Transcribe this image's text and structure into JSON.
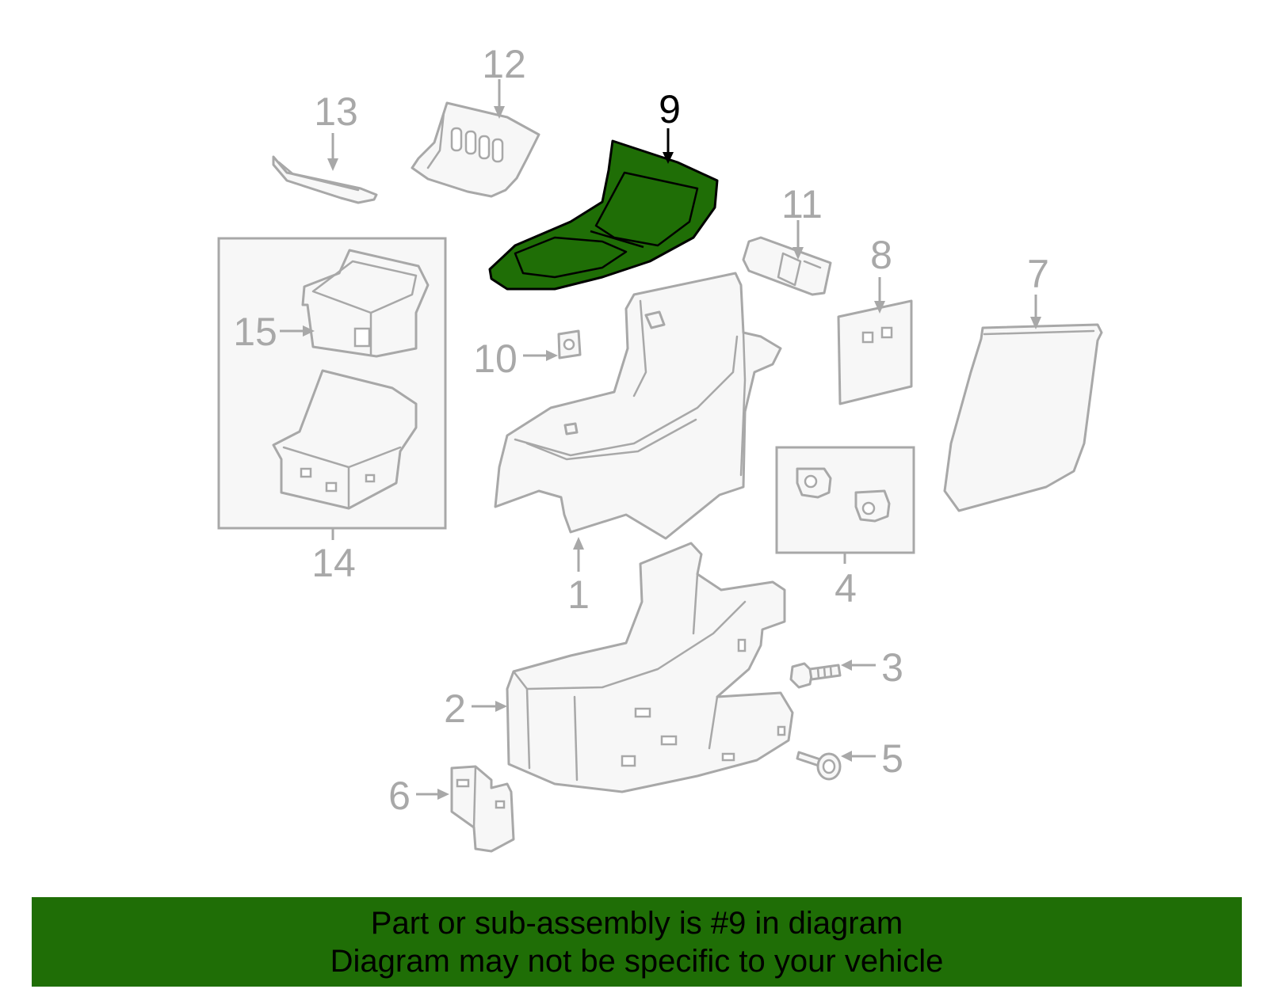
{
  "diagram": {
    "callouts": {
      "c1": "1",
      "c2": "2",
      "c3": "3",
      "c4": "4",
      "c5": "5",
      "c6": "6",
      "c7": "7",
      "c8": "8",
      "c9": "9",
      "c10": "10",
      "c11": "11",
      "c12": "12",
      "c13": "13",
      "c14": "14",
      "c15": "15"
    },
    "highlighted_part": "9",
    "colors": {
      "highlight_fill": "#1f6e06",
      "part_stroke": "#a8a8a8",
      "banner_background": "#1f6e06"
    }
  },
  "banner": {
    "line1": "Part or sub-assembly is #9 in diagram",
    "line2": "Diagram may not be specific to your vehicle"
  }
}
